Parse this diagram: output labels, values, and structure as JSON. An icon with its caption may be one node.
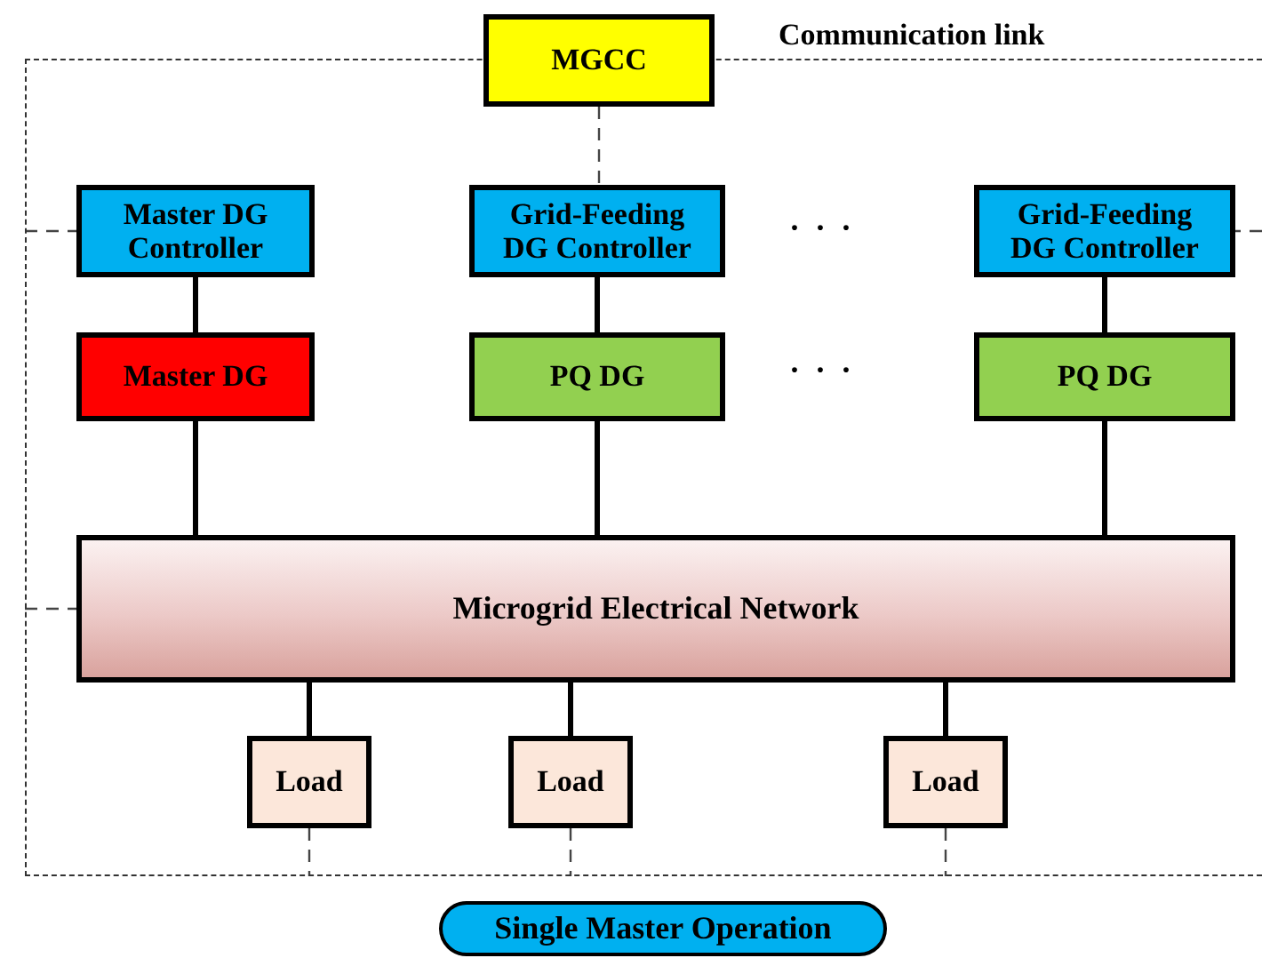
{
  "diagram": {
    "nodes": [
      {
        "text": [
          "Communication link"
        ]
      },
      {
        "text": [
          "MGCC"
        ]
      },
      {
        "text": [
          "Master DG Controller"
        ],
        "in": 0
      },
      {
        "text": [
          "Grid-Feeding DG Controller"
        ],
        "in": 0
      },
      {
        "text": [
          "Grid-Feeding DG Controller"
        ],
        "in": 0
      },
      {
        "text": [
          "Master DG"
        ],
        "in": 0
      },
      {
        "text": [
          "PQ DG"
        ],
        "in": 0
      },
      {
        "text": [
          "PQ DG"
        ],
        "in": 0
      },
      {
        "text": [
          "Microgrid Electrical Network"
        ],
        "in": 0
      },
      {
        "text": [
          "Load"
        ],
        "in": 0
      },
      {
        "text": [
          "Load"
        ],
        "in": 0
      },
      {
        "text": [
          "Load"
        ],
        "in": 0
      },
      {
        "text": [
          "Single Master Operation"
        ]
      }
    ],
    "edges": [
      {
        "from": 1,
        "to": 3,
        "arrow": "none",
        "style": "dashed"
      },
      {
        "from": 0,
        "to": 2,
        "arrow": "none",
        "style": "dashed"
      },
      {
        "from": 0,
        "to": 4,
        "arrow": "none",
        "style": "dashed"
      },
      {
        "from": 0,
        "to": 8,
        "arrow": "none",
        "style": "dashed"
      },
      {
        "from": 2,
        "to": 5,
        "arrow": "none"
      },
      {
        "from": 3,
        "to": 6,
        "arrow": "none"
      },
      {
        "from": 4,
        "to": 7,
        "arrow": "none"
      },
      {
        "from": 5,
        "to": 8,
        "arrow": "none"
      },
      {
        "from": 6,
        "to": 8,
        "arrow": "none"
      },
      {
        "from": 7,
        "to": 8,
        "arrow": "none"
      },
      {
        "from": 8,
        "to": 9,
        "arrow": "none"
      },
      {
        "from": 8,
        "to": 10,
        "arrow": "none"
      },
      {
        "from": 8,
        "to": 11,
        "arrow": "none"
      },
      {
        "from": 9,
        "to": 0,
        "arrow": "none",
        "style": "dashed"
      },
      {
        "from": 10,
        "to": 0,
        "arrow": "none",
        "style": "dashed"
      },
      {
        "from": 11,
        "to": 0,
        "arrow": "none",
        "style": "dashed"
      }
    ],
    "labels": [
      "· · ·",
      "· · ·"
    ]
  }
}
